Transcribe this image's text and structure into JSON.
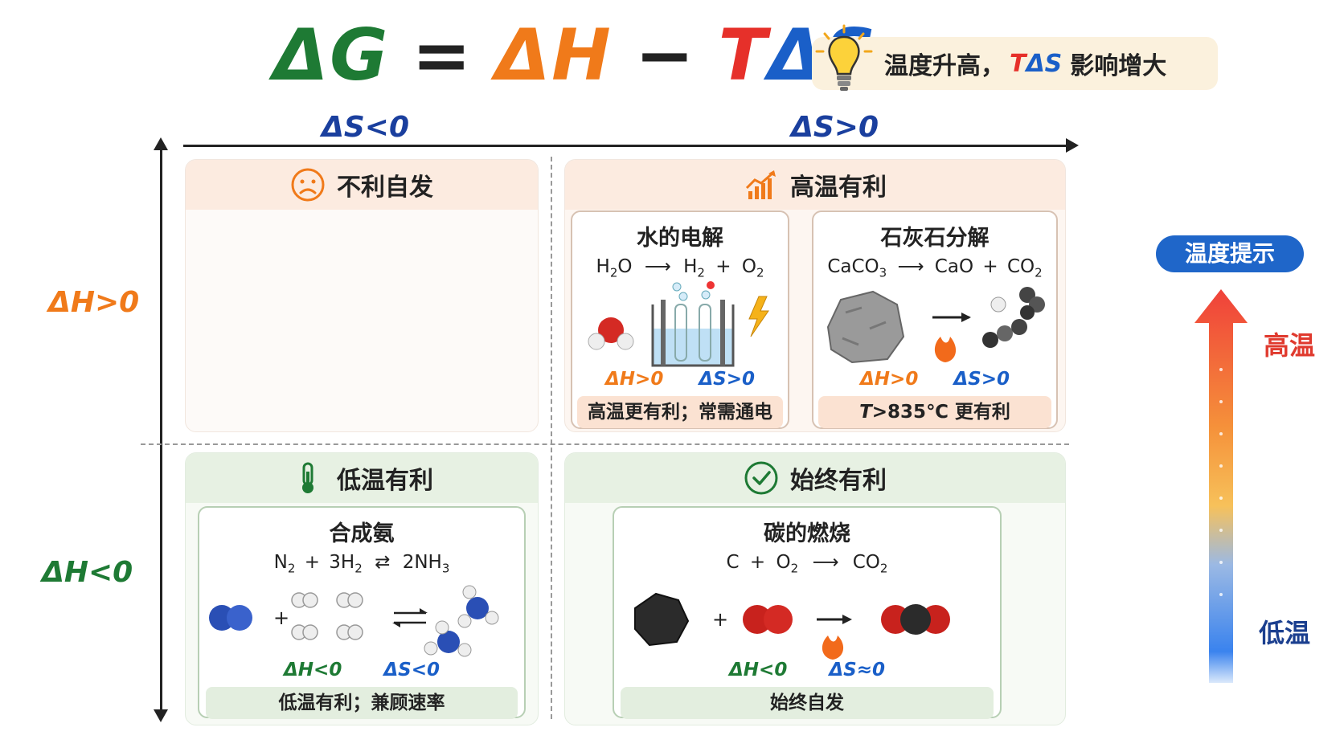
{
  "title": {
    "dg": "ΔG",
    "eq": "=",
    "dh": "ΔH",
    "minus": "−",
    "t": "T",
    "ds": "ΔS",
    "colors": {
      "dg": "#1e7a34",
      "dh": "#f07a1a",
      "t": "#e6302a",
      "ds": "#1a5fc8"
    }
  },
  "tip": {
    "prefix": "温度升高，",
    "tas_t": "T",
    "tas_ds": "ΔS",
    "suffix": "影响增大",
    "icon": "lightbulb-icon"
  },
  "axes": {
    "x_left": "ΔS<0",
    "x_right": "ΔS>0",
    "y_top": "ΔH>0",
    "y_bottom": "ΔH<0"
  },
  "quadrants": {
    "top_left": {
      "label": "不利自发",
      "icon": "sad-face-icon"
    },
    "top_right": {
      "label": "高温有利",
      "icon": "rising-chart-icon",
      "cards": [
        {
          "title": "水的电解",
          "eq_a": "H",
          "eq_a_sub": "2",
          "eq_a_tail": "O",
          "arrow": "⟶",
          "eq_b": "H",
          "eq_b_sub": "2",
          "plus": "+",
          "eq_c": "O",
          "eq_c_sub": "2",
          "dh": "ΔH>0",
          "ds": "ΔS>0",
          "note": "高温更有利；常需通电"
        },
        {
          "title": "石灰石分解",
          "eq_a": "CaCO",
          "eq_a_sub": "3",
          "arrow": "⟶",
          "eq_b": "CaO",
          "plus": "+",
          "eq_c": "CO",
          "eq_c_sub": "2",
          "dh": "ΔH>0",
          "ds": "ΔS>0",
          "note_t": "T",
          "note": ">835℃ 更有利"
        }
      ]
    },
    "bottom_left": {
      "label": "低温有利",
      "icon": "thermometer-icon",
      "card": {
        "title": "合成氨",
        "eq_a": "N",
        "eq_a_sub": "2",
        "plus": "+",
        "eq_b": "3H",
        "eq_b_sub": "2",
        "arrow": "⇄",
        "eq_c": "2NH",
        "eq_c_sub": "3",
        "dh": "ΔH<0",
        "ds": "ΔS<0",
        "note": "低温有利；兼顾速率"
      }
    },
    "bottom_right": {
      "label": "始终有利",
      "icon": "check-circle-icon",
      "card": {
        "title": "碳的燃烧",
        "eq_a": "C",
        "plus": "+",
        "eq_b": "O",
        "eq_b_sub": "2",
        "arrow": "⟶",
        "eq_c": "CO",
        "eq_c_sub": "2",
        "dh": "ΔH<0",
        "ds": "ΔS≈0",
        "note": "始终自发"
      }
    }
  },
  "temperature": {
    "button": "温度提示",
    "high": "高温",
    "low": "低温",
    "colors": {
      "high": "#e03a2e",
      "low": "#1b3f8f",
      "button": "#1f66c9"
    }
  }
}
